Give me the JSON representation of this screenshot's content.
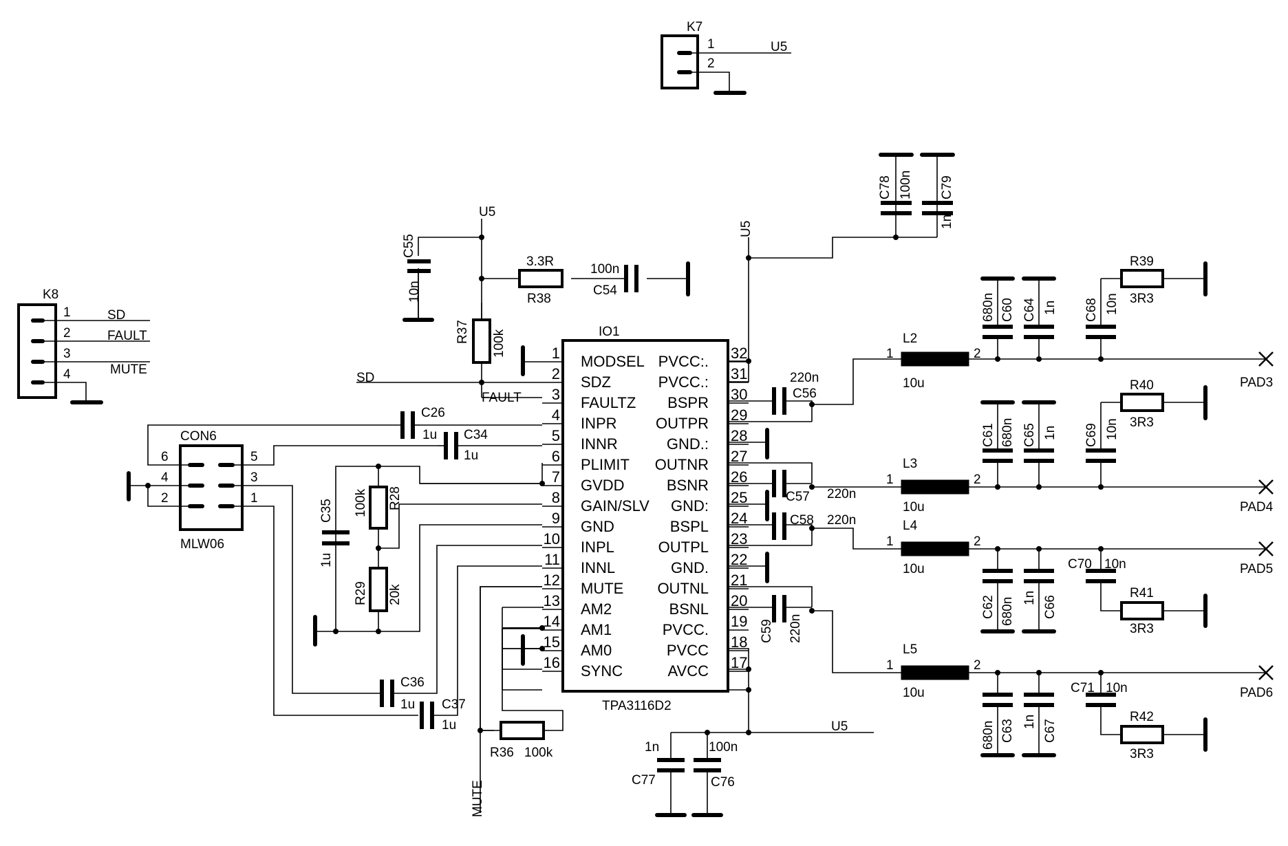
{
  "ic": {
    "ref": "IO1",
    "part": "TPA3116D2",
    "left_pins": [
      {
        "num": "1",
        "name": "MODSEL"
      },
      {
        "num": "2",
        "name": "SDZ"
      },
      {
        "num": "3",
        "name": "FAULTZ"
      },
      {
        "num": "4",
        "name": "INPR"
      },
      {
        "num": "5",
        "name": "INNR"
      },
      {
        "num": "6",
        "name": "PLIMIT"
      },
      {
        "num": "7",
        "name": "GVDD"
      },
      {
        "num": "8",
        "name": "GAIN/SLV"
      },
      {
        "num": "9",
        "name": "GND"
      },
      {
        "num": "10",
        "name": "INPL"
      },
      {
        "num": "11",
        "name": "INNL"
      },
      {
        "num": "12",
        "name": "MUTE"
      },
      {
        "num": "13",
        "name": "AM2"
      },
      {
        "num": "14",
        "name": "AM1"
      },
      {
        "num": "15",
        "name": "AM0"
      },
      {
        "num": "16",
        "name": "SYNC"
      }
    ],
    "right_pins": [
      {
        "num": "32",
        "name": "PVCC:."
      },
      {
        "num": "31",
        "name": "PVCC.:"
      },
      {
        "num": "30",
        "name": "BSPR"
      },
      {
        "num": "29",
        "name": "OUTPR"
      },
      {
        "num": "28",
        "name": "GND.:"
      },
      {
        "num": "27",
        "name": "OUTNR"
      },
      {
        "num": "26",
        "name": "BSNR"
      },
      {
        "num": "25",
        "name": "GND:"
      },
      {
        "num": "24",
        "name": "BSPL"
      },
      {
        "num": "23",
        "name": "OUTPL"
      },
      {
        "num": "22",
        "name": "GND."
      },
      {
        "num": "21",
        "name": "OUTNL"
      },
      {
        "num": "20",
        "name": "BSNL"
      },
      {
        "num": "19",
        "name": "PVCC."
      },
      {
        "num": "18",
        "name": "PVCC"
      },
      {
        "num": "17",
        "name": "AVCC"
      }
    ]
  },
  "k7": {
    "ref": "K7",
    "pin1": "1",
    "pin2": "2",
    "net": "U5"
  },
  "k8": {
    "ref": "K8",
    "pins": [
      "1",
      "2",
      "3",
      "4"
    ],
    "nets": [
      "SD",
      "FAULT",
      "MUTE"
    ]
  },
  "con6": {
    "ref": "CON6",
    "part": "MLW06",
    "pins": [
      "6",
      "4",
      "2",
      "5",
      "3",
      "1"
    ]
  },
  "nets": {
    "u5": "U5",
    "sd": "SD",
    "fault": "FAULT",
    "mute": "MUTE"
  },
  "parts": {
    "c55": {
      "ref": "C55",
      "val": "10n"
    },
    "r37": {
      "ref": "R37",
      "val": "100k"
    },
    "r38": {
      "ref": "R38",
      "val": "3.3R"
    },
    "c54": {
      "ref": "C54",
      "val": "100n"
    },
    "c78": {
      "ref": "C78",
      "val": "100n"
    },
    "c79": {
      "ref": "C79",
      "val": "1n"
    },
    "c26": {
      "ref": "C26",
      "val": "1u"
    },
    "c34": {
      "ref": "C34",
      "val": "1u"
    },
    "c35": {
      "ref": "C35",
      "val": "1u"
    },
    "r28": {
      "ref": "R28",
      "val": "100k"
    },
    "r29": {
      "ref": "R29",
      "val": "20k"
    },
    "c36": {
      "ref": "C36",
      "val": "1u"
    },
    "c37": {
      "ref": "C37",
      "val": "1u"
    },
    "r36": {
      "ref": "R36",
      "val": "100k"
    },
    "c77": {
      "ref": "C77",
      "val": "1n"
    },
    "c76": {
      "ref": "C76",
      "val": "100n"
    },
    "c56": {
      "ref": "C56",
      "val": "220n"
    },
    "c57": {
      "ref": "C57",
      "val": "220n"
    },
    "c58": {
      "ref": "C58",
      "val": "220n"
    },
    "c59": {
      "ref": "C59",
      "val": "220n"
    },
    "l2": {
      "ref": "L2",
      "val": "10u"
    },
    "l3": {
      "ref": "L3",
      "val": "10u"
    },
    "l4": {
      "ref": "L4",
      "val": "10u"
    },
    "l5": {
      "ref": "L5",
      "val": "10u"
    },
    "c60": {
      "ref": "C60",
      "val": "680n"
    },
    "c64": {
      "ref": "C64",
      "val": "1n"
    },
    "c68": {
      "ref": "C68",
      "val": "10n"
    },
    "r39": {
      "ref": "R39",
      "val": "3R3"
    },
    "c61": {
      "ref": "C61",
      "val": "680n"
    },
    "c65": {
      "ref": "C65",
      "val": "1n"
    },
    "c69": {
      "ref": "C69",
      "val": "10n"
    },
    "r40": {
      "ref": "R40",
      "val": "3R3"
    },
    "c62": {
      "ref": "C62",
      "val": "680n"
    },
    "c66": {
      "ref": "C66",
      "val": "1n"
    },
    "c70": {
      "ref": "C70",
      "val": "10n"
    },
    "r41": {
      "ref": "R41",
      "val": "3R3"
    },
    "c63": {
      "ref": "C63",
      "val": "680n"
    },
    "c67": {
      "ref": "C67",
      "val": "1n"
    },
    "c71": {
      "ref": "C71",
      "val": "10n"
    },
    "r42": {
      "ref": "R42",
      "val": "3R3"
    }
  },
  "pads": {
    "pad3": "PAD3",
    "pad4": "PAD4",
    "pad5": "PAD5",
    "pad6": "PAD6"
  },
  "coil_pins": {
    "in": "1",
    "out": "2"
  }
}
